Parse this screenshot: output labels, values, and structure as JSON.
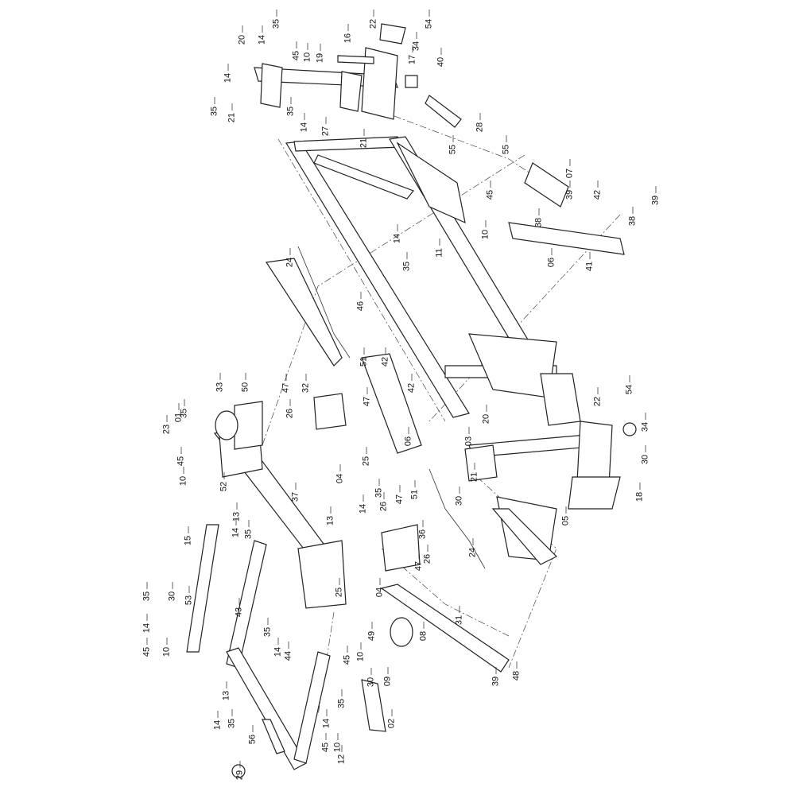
{
  "diagram": {
    "type": "exploded-parts-view",
    "callouts": [
      "54",
      "22",
      "34",
      "16",
      "17",
      "40",
      "35",
      "14",
      "20",
      "45",
      "10",
      "19",
      "14",
      "35",
      "21",
      "35",
      "14",
      "27",
      "21",
      "28",
      "55",
      "55",
      "07",
      "39",
      "42",
      "45",
      "39",
      "38",
      "38",
      "14",
      "10",
      "11",
      "35",
      "06",
      "41",
      "24",
      "46",
      "51",
      "42",
      "33",
      "50",
      "47",
      "32",
      "01",
      "26",
      "47",
      "42",
      "23",
      "35",
      "54",
      "22",
      "34",
      "20",
      "06",
      "03",
      "30",
      "45",
      "10",
      "04",
      "25",
      "21",
      "30",
      "18",
      "52",
      "37",
      "13",
      "14",
      "14",
      "35",
      "26",
      "47",
      "51",
      "13",
      "35",
      "15",
      "36",
      "05",
      "24",
      "47",
      "26",
      "25",
      "04",
      "43",
      "35",
      "30",
      "53",
      "14",
      "45",
      "10",
      "35",
      "14",
      "44",
      "49",
      "08",
      "31",
      "45",
      "10",
      "30",
      "09",
      "39",
      "48",
      "13",
      "35",
      "14",
      "56",
      "35",
      "14",
      "02",
      "45",
      "10",
      "12",
      "29"
    ]
  }
}
